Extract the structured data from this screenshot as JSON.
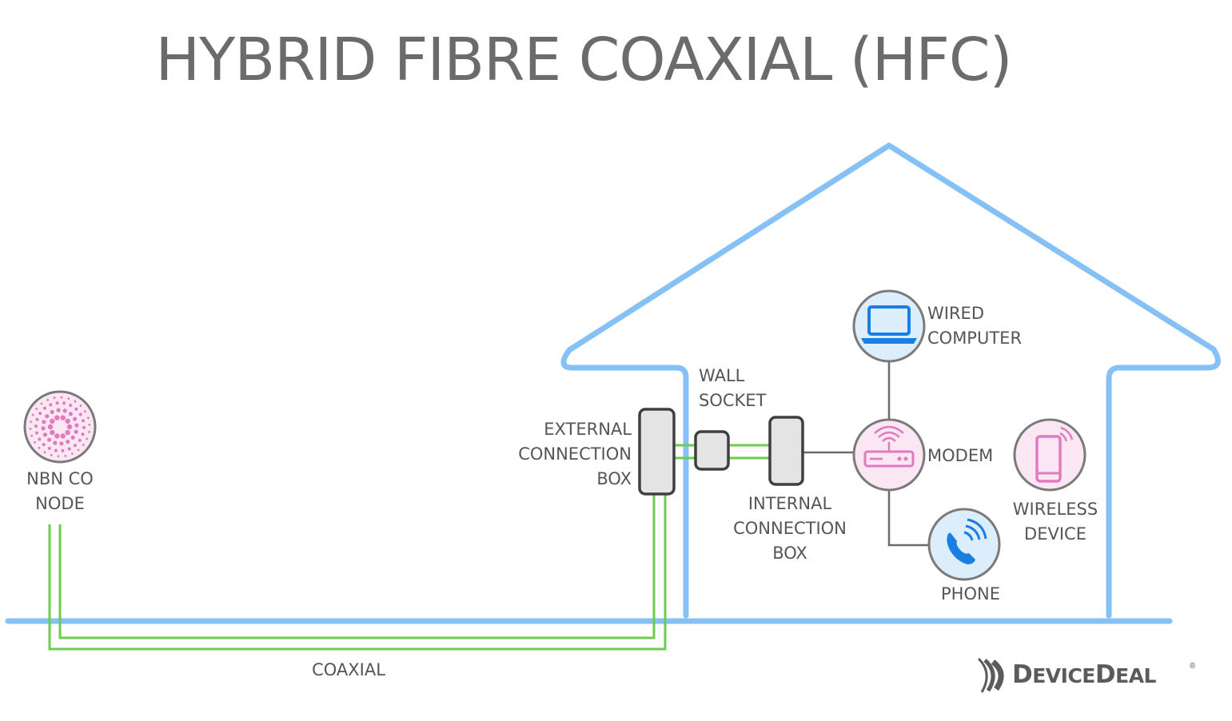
{
  "title": "HYBRID FIBRE COAXIAL (HFC)",
  "labels": {
    "nbn_node": "NBN CO\nNODE",
    "coaxial": "COAXIAL",
    "external_box": "EXTERNAL\nCONNECTION\nBOX",
    "wall_socket": "WALL\nSOCKET",
    "internal_box": "INTERNAL\nCONNECTION\nBOX",
    "modem": "MODEM",
    "wired_computer": "WIRED\nCOMPUTER",
    "wireless_device": "WIRELESS\nDEVICE",
    "phone": "PHONE"
  },
  "logo": {
    "name_1": "D",
    "name_2": "EVICE",
    "name_3": "D",
    "name_4": "EAL",
    "registered": "®"
  },
  "colors": {
    "house_outline": "#85c1f5",
    "coax_line": "#6ccc4d",
    "connector_line": "#6b6b6b",
    "box_fill": "#e4e4e4",
    "box_stroke": "#3f3f3f",
    "node_pink": "#e07bbf",
    "device_blue": "#1a7fe0",
    "device_circle_blue": "#dcedfb",
    "device_circle_pink": "#fbe6f3"
  },
  "icons": [
    "nbn-node-icon",
    "laptop-icon",
    "router-icon",
    "smartphone-icon",
    "phone-handset-icon",
    "devicedeal-logo-icon"
  ]
}
